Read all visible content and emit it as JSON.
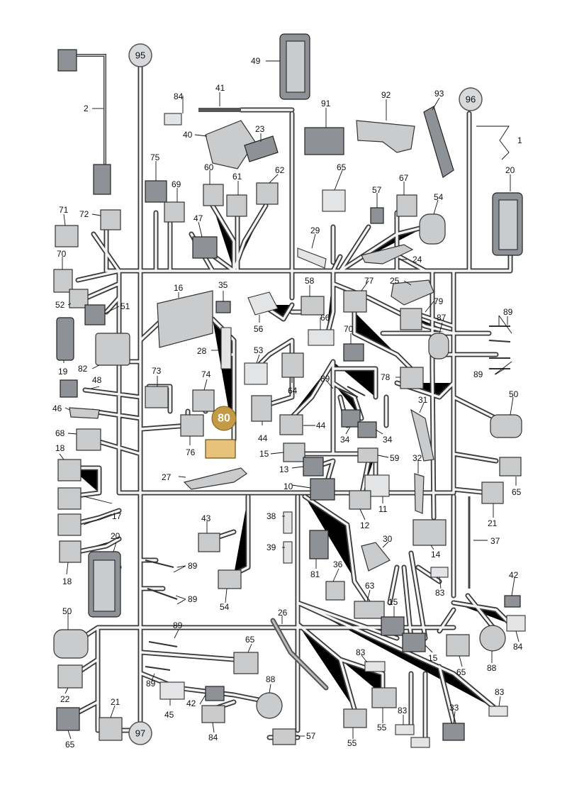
{
  "circles": [
    {
      "id": "c95",
      "text": "95"
    },
    {
      "id": "c96",
      "text": "96"
    },
    {
      "id": "c97",
      "text": "97"
    }
  ],
  "highlight": {
    "text": "80",
    "color": "#c49a45"
  },
  "labels": {
    "l1": "1",
    "l2": "2",
    "l10": "10",
    "l11": "11",
    "l12": "12",
    "l13": "13",
    "l14": "14",
    "l15a": "15",
    "l15b": "15",
    "l15c": "15",
    "l16": "16",
    "l17": "17",
    "l18a": "18",
    "l18b": "18",
    "l19": "19",
    "l20a": "20",
    "l20b": "20",
    "l21a": "21",
    "l21b": "21",
    "l22": "22",
    "l23": "23",
    "l24": "24",
    "l25": "25",
    "l26": "26",
    "l27": "27",
    "l28": "28",
    "l29": "29",
    "l30": "30",
    "l31": "31",
    "l32": "32",
    "l33": "33",
    "l34a": "34",
    "l34b": "34",
    "l35": "35",
    "l36": "36",
    "l37": "37",
    "l38": "38",
    "l39": "39",
    "l40": "40",
    "l41": "41",
    "l42a": "42",
    "l42b": "42",
    "l43": "43",
    "l44a": "44",
    "l44b": "44",
    "l45": "45",
    "l46": "46",
    "l47": "47",
    "l48": "48",
    "l49": "49",
    "l50a": "50",
    "l50b": "50",
    "l51": "51",
    "l52": "52",
    "l53": "53",
    "l54a": "54",
    "l54b": "54",
    "l55a": "55",
    "l55b": "55",
    "l56": "56",
    "l57a": "57",
    "l57b": "57",
    "l58": "58",
    "l59": "59",
    "l60": "60",
    "l61": "61",
    "l62": "62",
    "l63": "63",
    "l64": "64",
    "l65a": "65",
    "l65b": "65",
    "l65c": "65",
    "l65d": "65",
    "l65e": "65",
    "l66": "66",
    "l67": "67",
    "l68": "68",
    "l69": "69",
    "l70a": "70",
    "l70b": "70",
    "l71": "71",
    "l72": "72",
    "l73": "73",
    "l74": "74",
    "l75": "75",
    "l76": "76",
    "l77": "77",
    "l78": "78",
    "l79": "79",
    "l81": "81",
    "l82": "82",
    "l83a": "83",
    "l83b": "83",
    "l83c": "83",
    "l83d": "83",
    "l84a": "84",
    "l84b": "84",
    "l84c": "84",
    "l87": "87",
    "l88a": "88",
    "l88b": "88",
    "l89a": "89",
    "l89b": "89",
    "l89c": "89",
    "l89d": "89",
    "l89e": "89",
    "l89f": "89",
    "l89g": "89",
    "l91": "91",
    "l92": "92",
    "l93": "93"
  }
}
